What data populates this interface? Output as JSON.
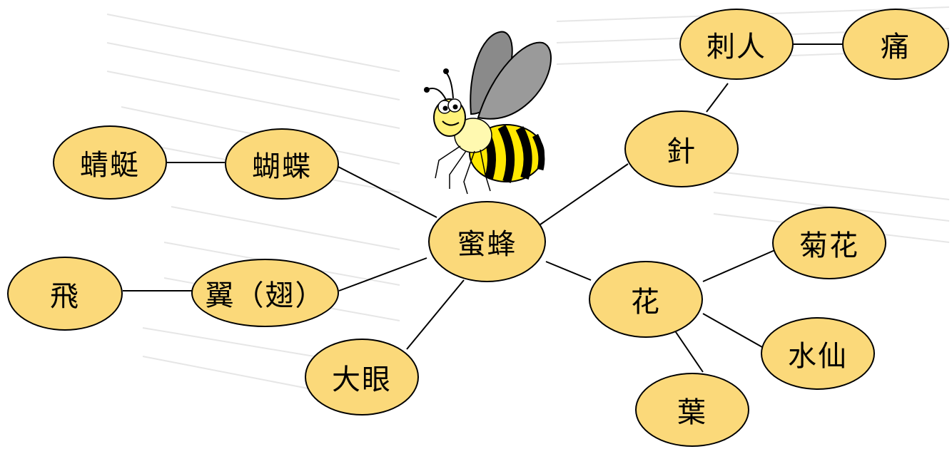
{
  "diagram": {
    "colors": {
      "node_fill": "#fbd97a",
      "node_border": "#000000",
      "edge": "#000000"
    },
    "center_illustration": "bee-icon",
    "nodes": {
      "center": "蜜蜂",
      "butterfly": "蝴蝶",
      "dragonfly": "蜻蜓",
      "wing": "翼（翅）",
      "fly": "飛",
      "big_eyes": "大眼",
      "needle": "針",
      "sting": "刺人",
      "pain": "痛",
      "flower": "花",
      "chrysanthemum": "菊花",
      "narcissus": "水仙",
      "leaf": "葉"
    },
    "edges": [
      [
        "center",
        "butterfly"
      ],
      [
        "butterfly",
        "dragonfly"
      ],
      [
        "center",
        "wing"
      ],
      [
        "wing",
        "fly"
      ],
      [
        "center",
        "big_eyes"
      ],
      [
        "center",
        "needle"
      ],
      [
        "needle",
        "sting"
      ],
      [
        "sting",
        "pain"
      ],
      [
        "center",
        "flower"
      ],
      [
        "flower",
        "chrysanthemum"
      ],
      [
        "flower",
        "narcissus"
      ],
      [
        "flower",
        "leaf"
      ]
    ]
  }
}
